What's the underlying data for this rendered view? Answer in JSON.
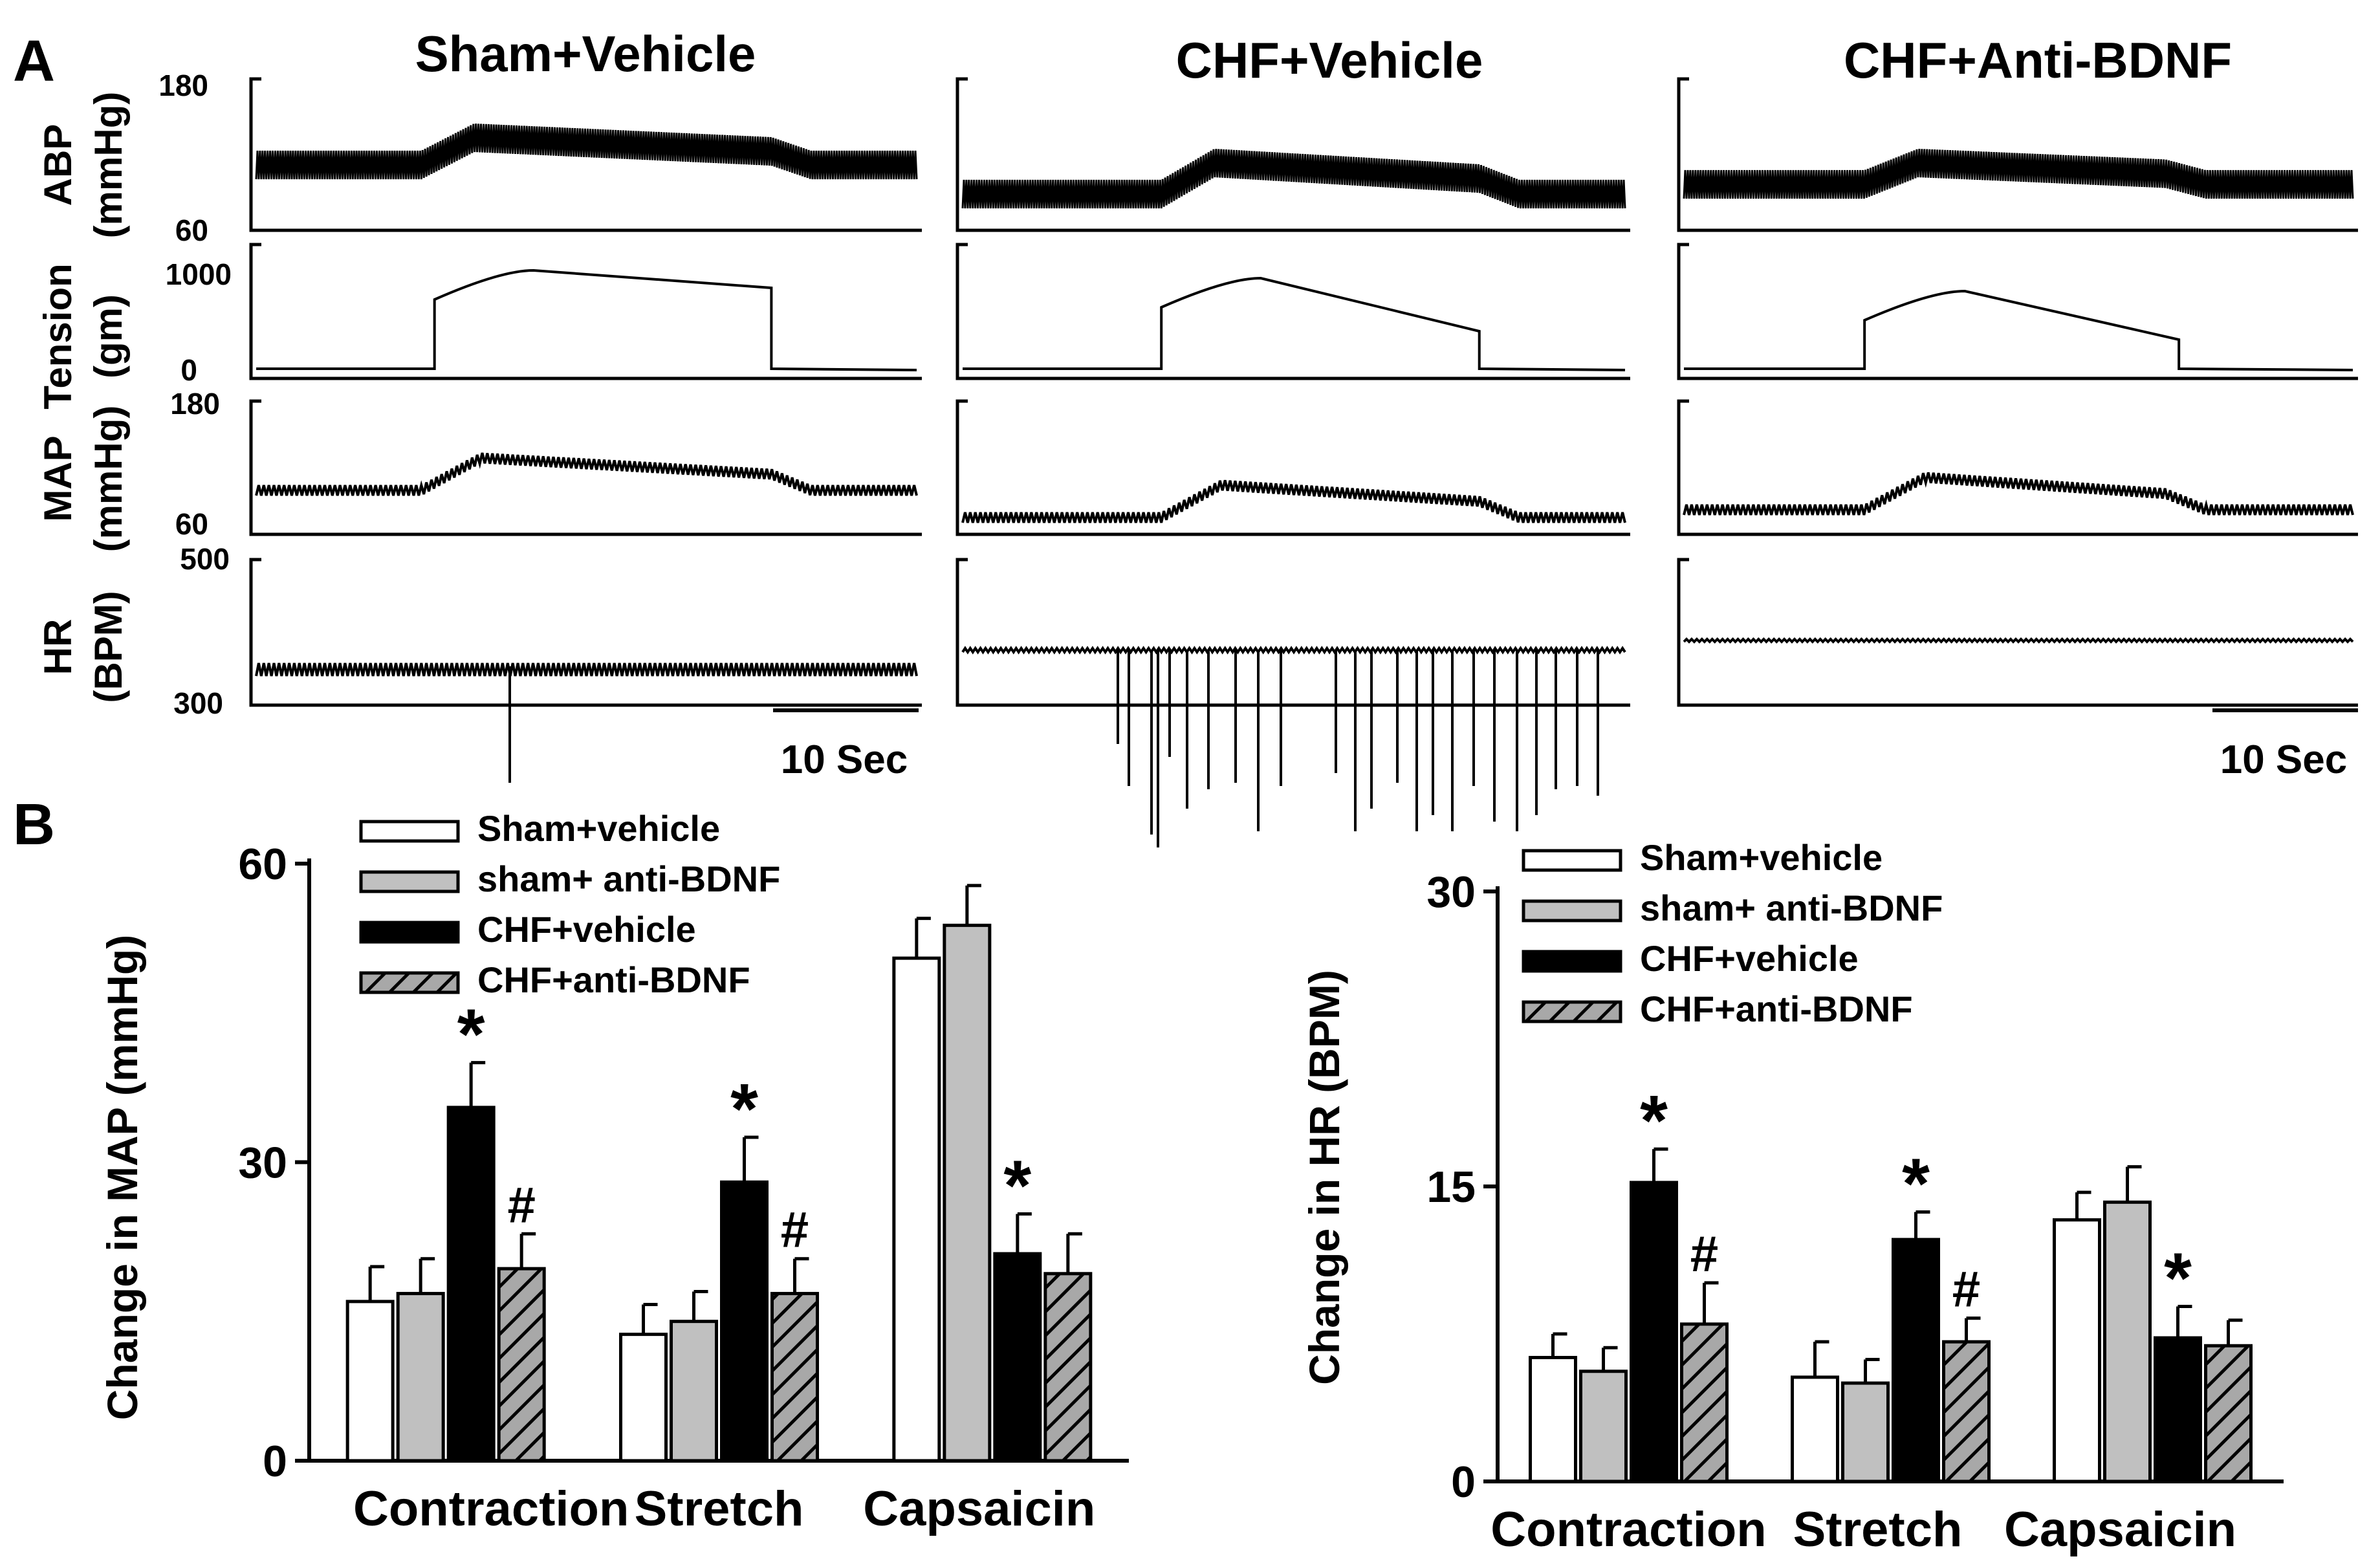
{
  "figure": {
    "panel_a_label": "A",
    "panel_b_label": "B",
    "scale_bar_label": "10 Sec"
  },
  "traces": {
    "columns": [
      "Sham+Vehicle",
      "CHF+Vehicle",
      "CHF+Anti-BDNF"
    ],
    "rows": [
      {
        "label_main": "ABP",
        "label_unit": "(mmHg)",
        "tick_top": "180",
        "tick_bottom": "60"
      },
      {
        "label_main": "Tension",
        "label_unit": "(gm)",
        "tick_top": "1000",
        "tick_bottom": "0"
      },
      {
        "label_main": "MAP",
        "label_unit": "(mmHg)",
        "tick_top": "180",
        "tick_bottom": "60"
      },
      {
        "label_main": "HR",
        "label_unit": "(BPM)",
        "tick_top": "500",
        "tick_bottom": "300"
      }
    ]
  },
  "chart_data": [
    {
      "type": "bar",
      "ylabel": "Change in MAP (mmHg)",
      "ylim": [
        0,
        60
      ],
      "yticks": [
        "0",
        "30",
        "60"
      ],
      "categories": [
        "Contraction",
        "Stretch",
        "Capsaicin"
      ],
      "legend_position": "top-left",
      "series": [
        {
          "name": "Sham+vehicle",
          "fill": "#ffffff",
          "values": [
            16,
            12.7,
            50.5
          ],
          "errors": [
            3.5,
            3,
            4
          ]
        },
        {
          "name": "sham+ anti-BDNF",
          "fill": "#c0c0c0",
          "values": [
            16.8,
            14,
            53.8
          ],
          "errors": [
            3.5,
            3,
            4
          ]
        },
        {
          "name": "CHF+vehicle",
          "fill": "#000000",
          "values": [
            35.5,
            28,
            20.8
          ],
          "errors": [
            4.5,
            4.5,
            4
          ]
        },
        {
          "name": "CHF+anti-BDNF",
          "fill": "hatch",
          "values": [
            19.3,
            16.8,
            18.8
          ],
          "errors": [
            3.5,
            3.5,
            4
          ]
        }
      ],
      "annotations": [
        {
          "series": 2,
          "category": 0,
          "text": "*"
        },
        {
          "series": 3,
          "category": 0,
          "text": "#"
        },
        {
          "series": 2,
          "category": 1,
          "text": "*"
        },
        {
          "series": 3,
          "category": 1,
          "text": "#"
        },
        {
          "series": 2,
          "category": 2,
          "text": "*"
        }
      ]
    },
    {
      "type": "bar",
      "ylabel": "Change in HR (BPM)",
      "ylim": [
        0,
        30
      ],
      "yticks": [
        "0",
        "15",
        "30"
      ],
      "categories": [
        "Contraction",
        "Stretch",
        "Capsaicin"
      ],
      "legend_position": "top-left",
      "series": [
        {
          "name": "Sham+vehicle",
          "fill": "#ffffff",
          "values": [
            6.3,
            5.3,
            13.3
          ],
          "errors": [
            1.2,
            1.8,
            1.4
          ]
        },
        {
          "name": "sham+ anti-BDNF",
          "fill": "#c0c0c0",
          "values": [
            5.6,
            5,
            14.2
          ],
          "errors": [
            1.2,
            1.2,
            1.8
          ]
        },
        {
          "name": "CHF+vehicle",
          "fill": "#000000",
          "values": [
            15.2,
            12.3,
            7.3
          ],
          "errors": [
            1.7,
            1.4,
            1.6
          ]
        },
        {
          "name": "CHF+anti-BDNF",
          "fill": "hatch",
          "values": [
            8,
            7.1,
            6.9
          ],
          "errors": [
            2.1,
            1.2,
            1.3
          ]
        }
      ],
      "annotations": [
        {
          "series": 2,
          "category": 0,
          "text": "*"
        },
        {
          "series": 3,
          "category": 0,
          "text": "#"
        },
        {
          "series": 2,
          "category": 1,
          "text": "*"
        },
        {
          "series": 3,
          "category": 1,
          "text": "#"
        },
        {
          "series": 2,
          "category": 2,
          "text": "*"
        }
      ]
    }
  ]
}
